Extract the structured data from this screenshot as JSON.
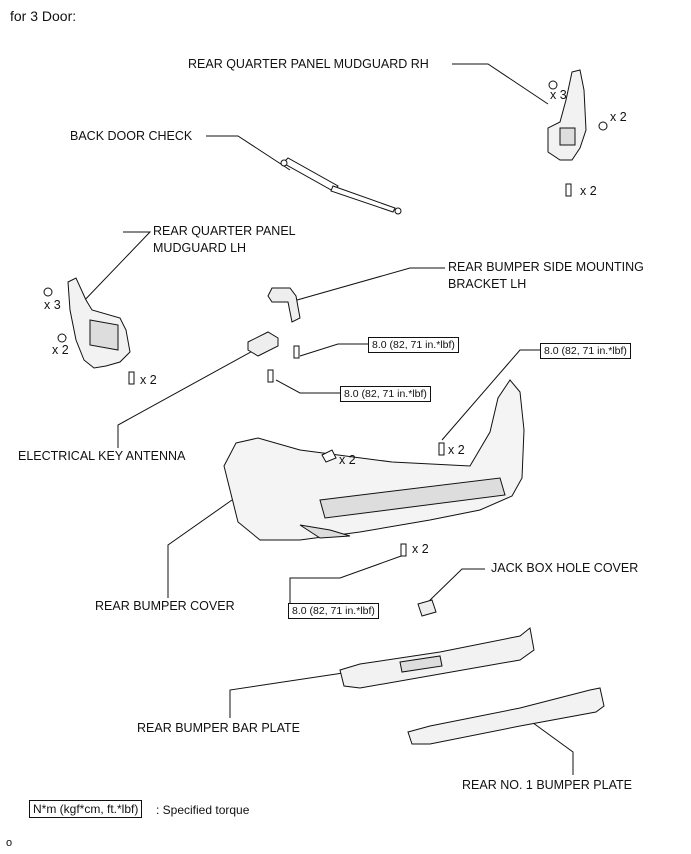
{
  "heading": "for 3 Door:",
  "labels": {
    "mudguard_rh": "REAR QUARTER PANEL MUDGUARD RH",
    "back_door_check": "BACK DOOR CHECK",
    "mudguard_lh_1": "REAR QUARTER PANEL",
    "mudguard_lh_2": "MUDGUARD LH",
    "side_bracket_1": "REAR BUMPER SIDE MOUNTING",
    "side_bracket_2": "BRACKET LH",
    "key_antenna": "ELECTRICAL KEY ANTENNA",
    "bumper_cover": "REAR BUMPER COVER",
    "jack_box": "JACK BOX HOLE COVER",
    "bar_plate": "REAR BUMPER BAR PLATE",
    "no1_plate": "REAR NO. 1 BUMPER PLATE"
  },
  "quantities": {
    "rh_top": "x 3",
    "rh_side": "x 2",
    "rh_bottom": "x 2",
    "lh_top": "x 3",
    "lh_mid": "x 2",
    "lh_bottom": "x 2",
    "cover_clip": "x 2",
    "cover_bolt_right": "x 2",
    "cover_bolt_bottom": "x 2"
  },
  "torques": {
    "bracket_upper": "8.0 (82, 71 in.*lbf)",
    "bracket_lower": "8.0 (82, 71 in.*lbf)",
    "cover_right": "8.0 (82, 71 in.*lbf)",
    "cover_bottom": "8.0 (82, 71 in.*lbf)"
  },
  "legend": {
    "box": "N*m (kgf*cm, ft.*lbf)",
    "text": ": Specified torque"
  },
  "footer_mark": "o"
}
